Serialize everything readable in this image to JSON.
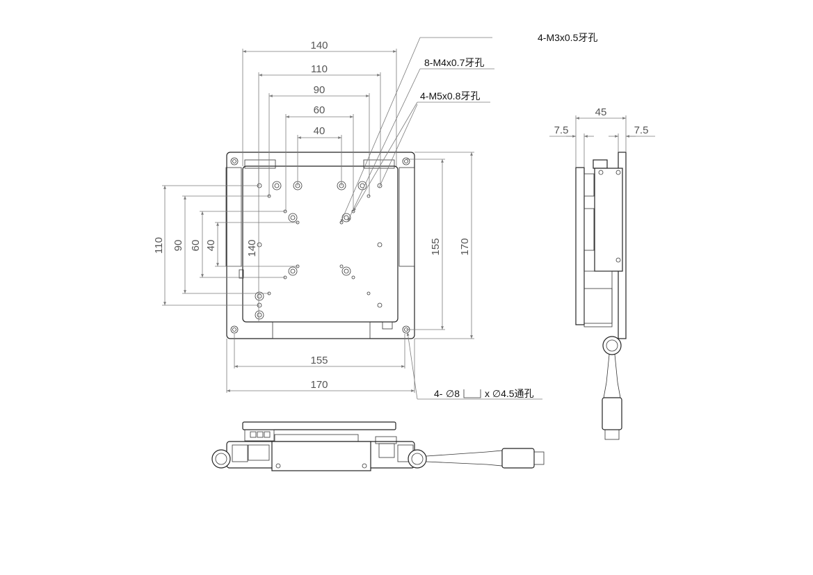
{
  "top_view": {
    "dims_horizontal": [
      "140",
      "110",
      "90",
      "60",
      "40"
    ],
    "dims_bottom": [
      "155",
      "170"
    ],
    "dims_left": [
      "110",
      "90",
      "60",
      "40"
    ],
    "dim_center_vertical": "140",
    "dims_right": [
      "155",
      "170"
    ]
  },
  "callouts": {
    "m3": "4-M3x0.5牙孔",
    "m4": "8-M4x0.7牙孔",
    "m5": "4-M5x0.8牙孔",
    "through_prefix": "4-",
    "through_counterbore": "∅8",
    "through_suffix": "x ∅4.5通孔"
  },
  "side_view": {
    "dim_width": "45",
    "dim_left": "7.5",
    "dim_right": "7.5"
  }
}
